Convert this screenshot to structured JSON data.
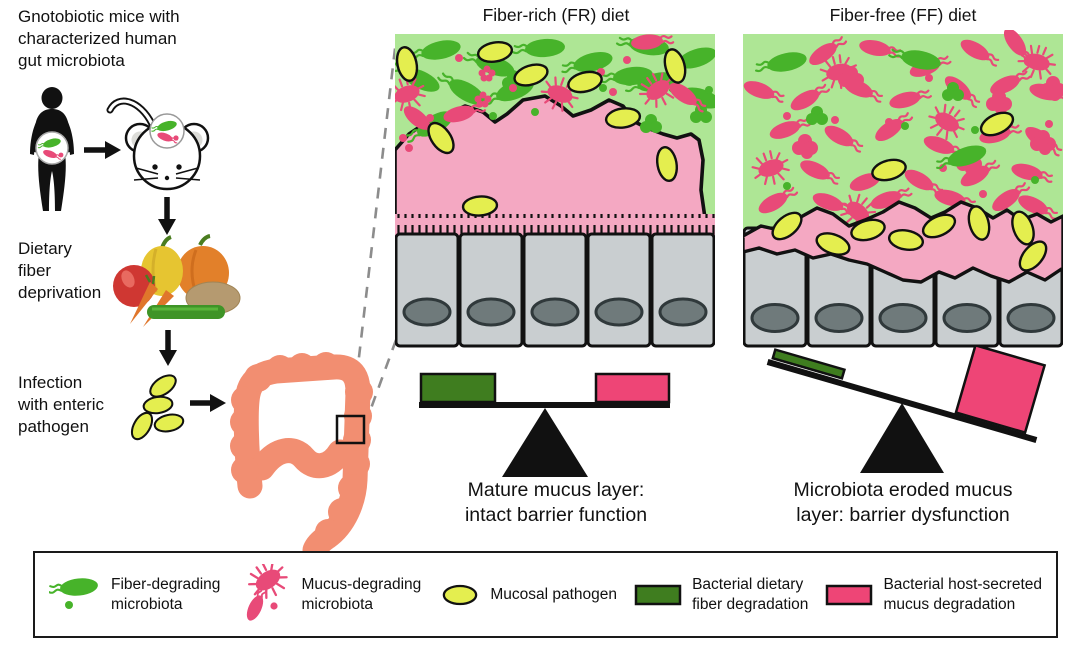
{
  "left_flow": {
    "step1": "Gnotobiotic mice with\ncharacterized human\ngut microbiota",
    "step2": "Dietary\nfiber\ndeprivation",
    "step3": "Infection\nwith enteric\npathogen"
  },
  "panels": {
    "fr": {
      "title": "Fiber-rich (FR) diet",
      "caption": "Mature mucus layer:\nintact barrier function",
      "balance_state": "balanced"
    },
    "ff": {
      "title": "Fiber-free (FF) diet",
      "caption": "Microbiota eroded mucus\nlayer: barrier dysfunction",
      "balance_state": "tilted-toward-mucus-degradation"
    }
  },
  "legend": {
    "items": [
      {
        "icon": "fiber-degrading-microbiota-icon",
        "label": "Fiber-degrading\nmicrobiota"
      },
      {
        "icon": "mucus-degrading-microbiota-icon",
        "label": "Mucus-degrading\nmicrobiota"
      },
      {
        "icon": "mucosal-pathogen-icon",
        "label": "Mucosal pathogen"
      },
      {
        "icon": "bacterial-dietary-fiber-degradation-swatch",
        "label": "Bacterial dietary\nfiber degradation"
      },
      {
        "icon": "bacterial-host-secreted-mucus-degradation-swatch",
        "label": "Bacterial host-secreted\nmucus degradation"
      }
    ]
  },
  "colors": {
    "fiber_degrading_green": "#47b32a",
    "mucus_degrading_pink": "#e84a78",
    "pathogen_yellow": "#e4ee4f",
    "lumen_green": "#aee695",
    "mucus_pink": "#f4a8c2",
    "epithelial_cell_gray": "#c9ced0",
    "nucleus_gray": "#6f7a7b",
    "colon_salmon": "#f28e71",
    "scale_dark_green": "#3f7d1f",
    "scale_pink": "#ee4576",
    "dashed_gray": "#8c8c8c",
    "outline_black": "#111111"
  }
}
